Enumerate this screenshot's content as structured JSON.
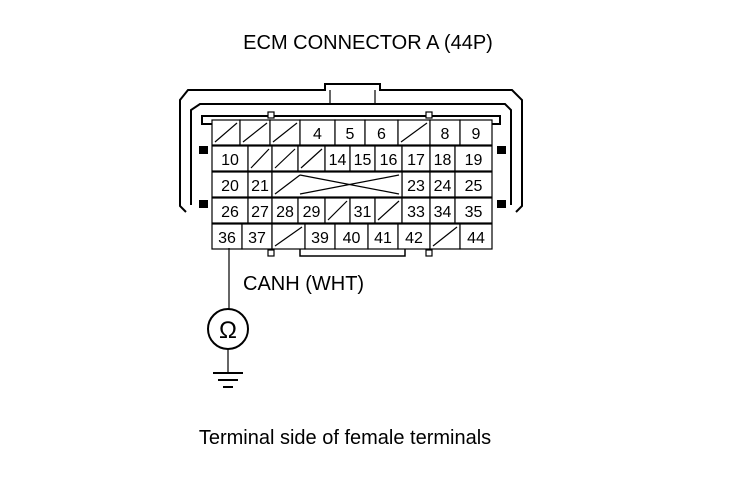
{
  "title": "ECM CONNECTOR A (44P)",
  "wire_label": "CANH (WHT)",
  "meter_symbol": "Ω",
  "meter_icon": "ohmmeter-icon",
  "ground_icon": "ground-icon",
  "caption": "Terminal side of female terminals",
  "rows": [
    [
      "",
      "",
      "",
      "4",
      "5",
      "6",
      "",
      "8",
      "9"
    ],
    [
      "10",
      "",
      "",
      "",
      "14",
      "15",
      "16",
      "17",
      "18",
      "19"
    ],
    [
      "20",
      "21",
      "",
      "",
      "",
      "",
      "",
      "23",
      "24",
      "25"
    ],
    [
      "26",
      "27",
      "28",
      "29",
      "",
      "31",
      "",
      "33",
      "34",
      "35"
    ],
    [
      "36",
      "37",
      "",
      "39",
      "40",
      "41",
      "42",
      "",
      "44"
    ]
  ],
  "probe_terminal": "36"
}
